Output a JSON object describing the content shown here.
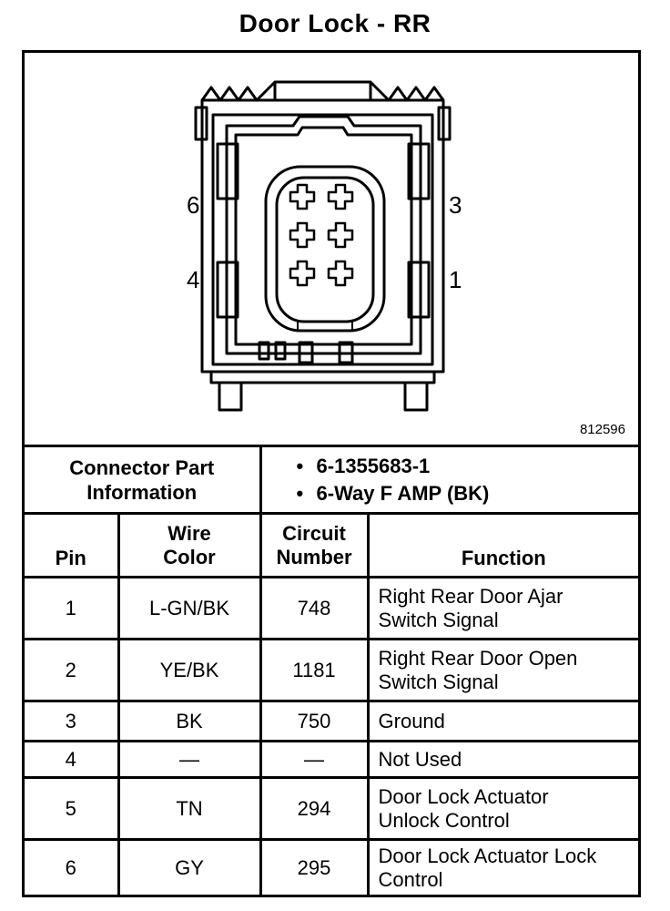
{
  "title": "Door Lock - RR",
  "figure_id": "812596",
  "connector": {
    "pin_labels": {
      "top_left": "6",
      "top_right": "3",
      "bottom_left": "4",
      "bottom_right": "1"
    }
  },
  "connector_info": {
    "label_line1": "Connector Part",
    "label_line2": "Information",
    "items": [
      "6-1355683-1",
      "6-Way F AMP (BK)"
    ],
    "bullet": "•"
  },
  "table": {
    "headers": {
      "pin": "Pin",
      "wire_line1": "Wire",
      "wire_line2": "Color",
      "circuit_line1": "Circuit",
      "circuit_line2": "Number",
      "function": "Function"
    },
    "rows": [
      {
        "pin": "1",
        "wire": "L-GN/BK",
        "circuit": "748",
        "func_line1": "Right Rear Door Ajar",
        "func_line2": "Switch Signal"
      },
      {
        "pin": "2",
        "wire": "YE/BK",
        "circuit": "1181",
        "func_line1": "Right Rear Door Open",
        "func_line2": "Switch Signal"
      },
      {
        "pin": "3",
        "wire": "BK",
        "circuit": "750",
        "func_line1": "Ground",
        "func_line2": ""
      },
      {
        "pin": "4",
        "wire": "—",
        "circuit": "—",
        "func_line1": "Not Used",
        "func_line2": ""
      },
      {
        "pin": "5",
        "wire": "TN",
        "circuit": "294",
        "func_line1": "Door Lock Actuator",
        "func_line2": "Unlock Control"
      },
      {
        "pin": "6",
        "wire": "GY",
        "circuit": "295",
        "func_line1": "Door Lock Actuator Lock",
        "func_line2": "Control"
      }
    ]
  }
}
